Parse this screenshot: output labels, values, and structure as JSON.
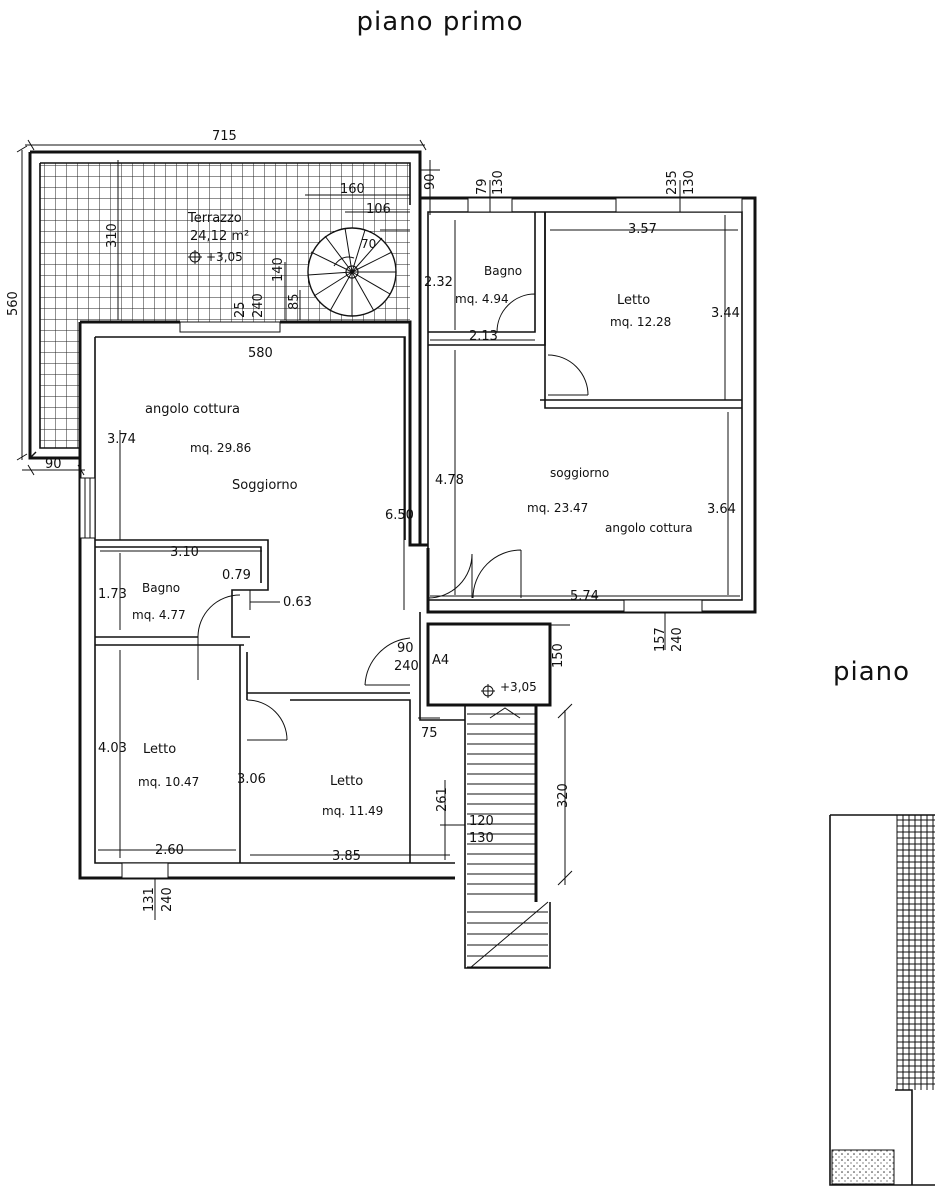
{
  "titles": {
    "main": "piano primo",
    "side": "piano"
  },
  "terrace": {
    "name": "Terrazzo",
    "area": "24,12 m²",
    "level": "+3,05"
  },
  "rooms_left": {
    "kitchen": "angolo cottura",
    "living_area": "mq. 29.86",
    "living": "Soggiorno",
    "bath": "Bagno",
    "bath_area": "mq. 4.77",
    "bed1": "Letto",
    "bed1_area": "mq. 10.47",
    "bed2": "Letto",
    "bed2_area": "mq. 11.49"
  },
  "rooms_right": {
    "bath": "Bagno",
    "bath_area": "mq. 4.94",
    "bed": "Letto",
    "bed_area": "mq. 12.28",
    "living": "soggiorno",
    "living_area": "mq. 23.47",
    "kitchen": "angolo cottura"
  },
  "landing": {
    "name": "A4",
    "level": "+3,05"
  },
  "dimensions": {
    "d715": "715",
    "d560": "560",
    "d90a": "90",
    "d90b": "90",
    "d310": "310",
    "d160": "160",
    "d106": "106",
    "d70": "70",
    "d140": "140",
    "d85": "85",
    "d25": "25",
    "d240a": "240",
    "d580": "580",
    "d79": "79",
    "d130a": "130",
    "d235": "235",
    "d130b": "130",
    "d374": "3.74",
    "d650": "6.50",
    "d310b": "3.10",
    "d079": "0.79",
    "d063": "0.63",
    "d173": "1.73",
    "d403": "4.03",
    "d306": "3.06",
    "d260": "2.60",
    "d385": "3.85",
    "d131": "131",
    "d240b": "240",
    "d232": "2.32",
    "d213": "2.13",
    "d357": "3.57",
    "d344": "3.44",
    "d478": "4.78",
    "d364": "3.64",
    "d574": "5.74",
    "d157": "157",
    "d240c": "240",
    "d90c": "90",
    "d240d": "240",
    "d150": "150",
    "d75": "75",
    "d320": "320",
    "d261": "261",
    "d120": "120",
    "d130c": "130"
  }
}
